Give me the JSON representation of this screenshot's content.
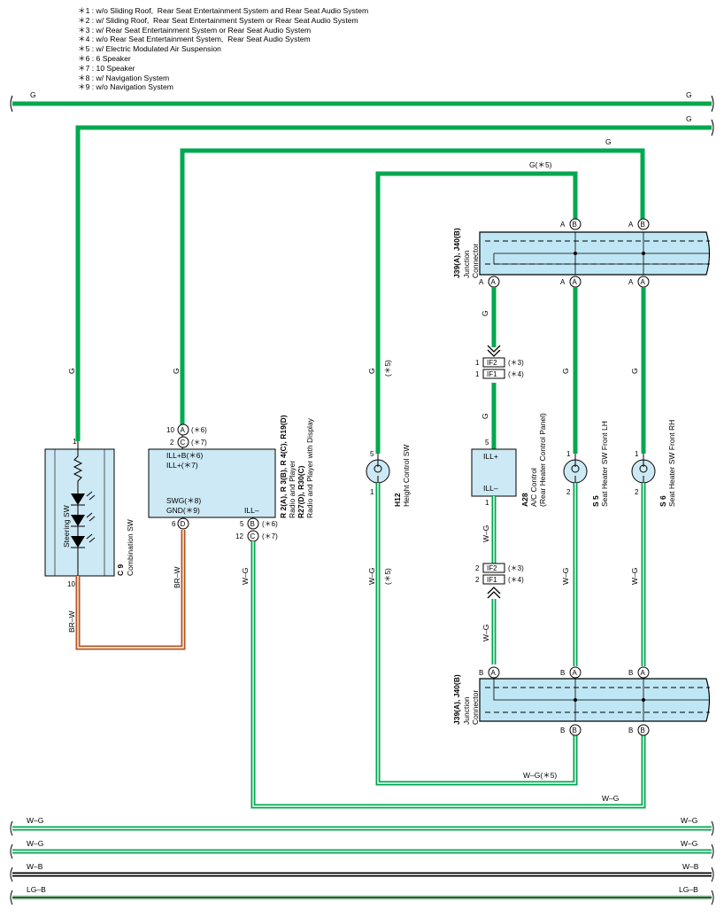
{
  "notes": [
    "＊1 : w/o Sliding Roof,  Rear Seat Entertainment System and Rear Seat Audio System",
    "＊2 : w/ Sliding Roof,  Rear Seat Entertainment System or Rear Seat Audio System",
    "＊3 : w/ Rear Seat Entertainment System or Rear Seat Audio System",
    "＊4 : w/o Rear Seat Entertainment System,  Rear Seat Audio System",
    "＊5 : w/ Electric Modulated Air Suspension",
    "＊6 : 6 Speaker",
    "＊7 : 10 Speaker",
    "＊8 : w/ Navigation System",
    "＊9 : w/o Navigation System"
  ],
  "colors": {
    "green": "#00a84f",
    "brown": "#b5551f",
    "comp_fill": "#cce9f5",
    "bus_fill": "#bfe6f4",
    "light_green": "#9fd4a8"
  },
  "wires": {
    "g": "G",
    "g_s5": "G(＊5)",
    "w_g": "W–G",
    "w_g_s5": "W–G(＊5)",
    "br_w": "BR–W",
    "w_b": "W–B",
    "lg_b": "LG–B",
    "s5": "(＊5)"
  },
  "c9": {
    "id": "C 9",
    "name": "Combination SW",
    "inner": "Steering SW",
    "pin_top": "1",
    "pin_bottom": "10"
  },
  "radio": {
    "id1": "R 2(A),  R 3(B),  R 4(C),  R19(D)",
    "name1": "Radio and Player",
    "id2": "R27(D),  R30(C)",
    "name2": "Radio and Player with Display",
    "ill_b": "ILL+B(＊6)",
    "ill_p": "ILL+(＊7)",
    "swg": "SWG(＊8)",
    "gnd": "GND(＊9)",
    "ill_m": "ILL–",
    "p10": "10",
    "p2": "2",
    "p6": "6",
    "p5": "5",
    "p12": "12",
    "n6": "(＊6)",
    "n7": "(＊7)"
  },
  "h12": {
    "id": "H12",
    "name": "Height Control SW",
    "p_top": "5",
    "p_bottom": "1"
  },
  "a28": {
    "id": "A28",
    "name": "A/C Control",
    "sub": "(Rear Heater Control Panel)",
    "ill_p": "ILL+",
    "ill_m": "ILL–",
    "p_top": "5",
    "p_bottom": "1"
  },
  "s5": {
    "id": "S 5",
    "name": "Seat Heater SW Front LH",
    "p_top": "1",
    "p_bottom": "2"
  },
  "s6": {
    "id": "S 6",
    "name": "Seat Heater SW Front RH",
    "p_top": "1",
    "p_bottom": "2"
  },
  "jc": {
    "id": "J39(A),  J40(B)",
    "name": "Junction",
    "name2": "Connector"
  },
  "if": {
    "if2": "IF2",
    "if1": "IF1",
    "n3": "(＊3)",
    "n4": "(＊4)",
    "p1": "1",
    "p2": "2"
  },
  "letters": {
    "a": "A",
    "b": "B",
    "c": "C",
    "d": "D"
  }
}
